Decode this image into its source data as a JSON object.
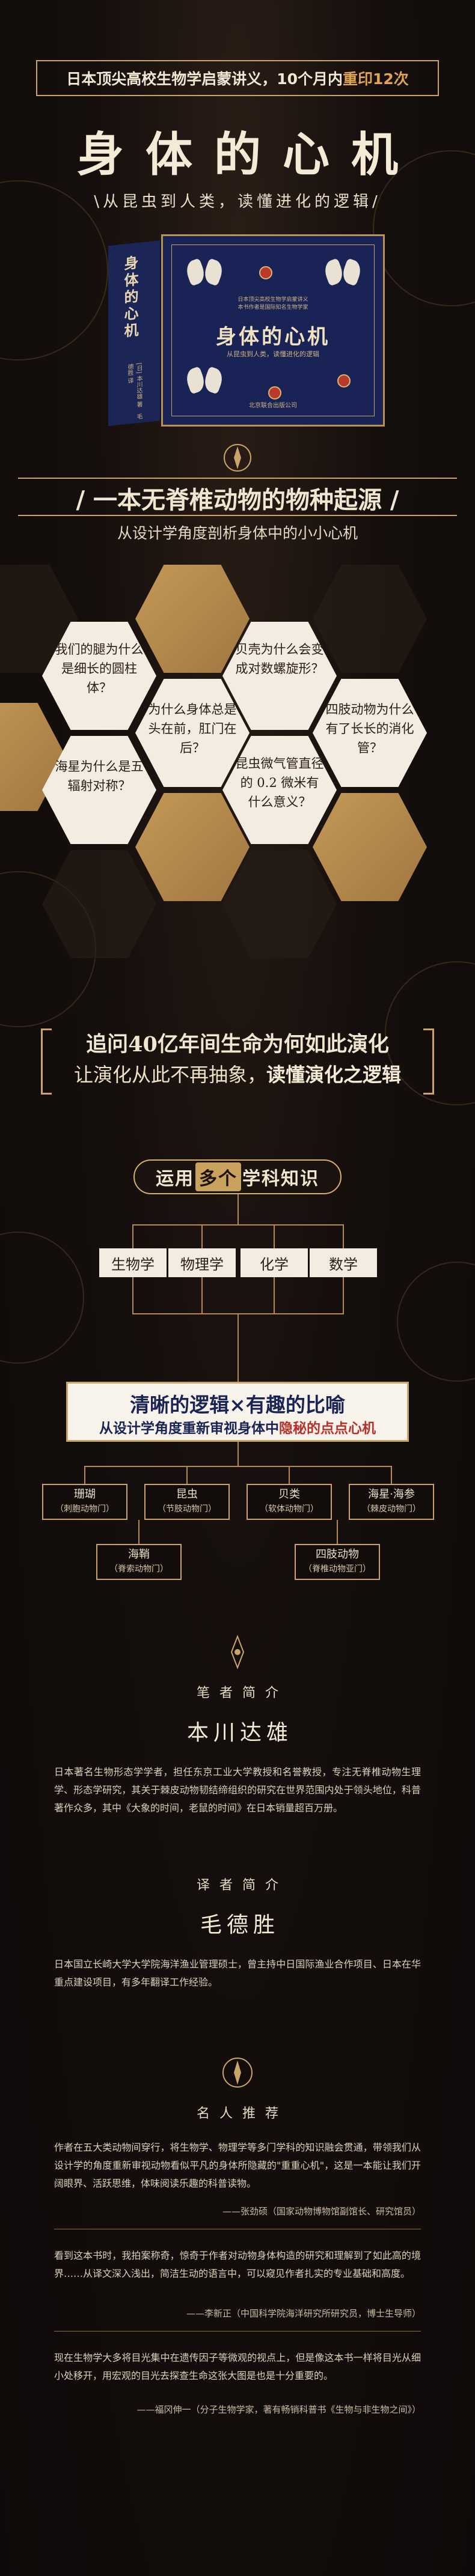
{
  "header": {
    "banner_prefix": "日本顶尖高校生物学启蒙讲义，10个月内",
    "banner_accent": "重印12次",
    "title": "身体的心机",
    "subtitle": "\\从昆虫到人类，读懂进化的逻辑/"
  },
  "book": {
    "front_title": "身体的心机",
    "front_subtitle": "从昆虫到人类，读懂进化的逻辑",
    "front_note": "日本顶尖高校生物学启蒙讲义\n本书作者是国际知名生物学家",
    "publisher": "北京联合出版公司",
    "spine_title": "身体的心机",
    "spine_author": "[日] 本川达雄 著　毛德胜 译"
  },
  "section1": {
    "title": "/ 一本无脊椎动物的物种起源 /",
    "subtitle": "从设计学角度剖析身体中的小小心机",
    "questions": [
      "我们的腿为什么是细长的圆柱体？",
      "贝壳为什么会变成对数螺旋形？",
      "为什么身体总是头在前，肛门在后？",
      "四肢动物为什么有了长长的消化管？",
      "海星为什么是五辐射对称？",
      "昆虫微气管直径的 0.2 微米有什么意义？"
    ]
  },
  "section2": {
    "line1": "追问40亿年间生命为何如此演化",
    "line2_prefix": "让演化从此不再抽象，",
    "line2_bold": "读懂演化之逻辑",
    "pill_prefix": "运用",
    "pill_highlight": "多个",
    "pill_suffix": "学科知识",
    "subjects": [
      "生物学",
      "物理学",
      "化学",
      "数学"
    ],
    "logic_line1": "清晰的逻辑×有趣的比喻",
    "logic_line2_prefix": "从设计学角度重新审视身体中",
    "logic_line2_red": "隐秘的点点心机",
    "animals": [
      {
        "name": "珊瑚",
        "group": "（刺胞动物门）"
      },
      {
        "name": "昆虫",
        "group": "（节肢动物门）"
      },
      {
        "name": "贝类",
        "group": "（软体动物门）"
      },
      {
        "name": "海星·海参",
        "group": "（棘皮动物门）"
      },
      {
        "name": "海鞘",
        "group": "（脊索动物门）"
      },
      {
        "name": "四肢动物",
        "group": "（脊椎动物亚门）"
      }
    ]
  },
  "author": {
    "label": "笔者简介",
    "name": "本川达雄",
    "bio": "日本著名生物形态学学者，担任东京工业大学教授和名誉教授，专注无脊椎动物生理学、形态学研究，其关于棘皮动物韧结缔组织的研究在世界范围内处于领头地位，科普著作众多，其中《大象的时间，老鼠的时间》在日本销量超百万册。"
  },
  "translator": {
    "label": "译者简介",
    "name": "毛德胜",
    "bio": "日本国立长崎大学大学院海洋渔业管理硕士，曾主持中日国际渔业合作项目、日本在华重点建设项目，有多年翻译工作经验。"
  },
  "endorse": {
    "label": "名人推荐",
    "q1": "作者在五大类动物间穿行，将生物学、物理学等多门学科的知识融会贯通，带领我们从设计学的角度重新审视动物看似平凡的身体所隐藏的\"重重心机\"，这是一本能让我们开阔眼界、活跃思维，体味阅读乐趣的科普读物。",
    "q1_by": "——张劲硕（国家动物博物馆副馆长、研究馆员）",
    "q2": "看到这本书时，我拍案称奇，惊奇于作者对动物身体构造的研究和理解到了如此高的境界……从译文深入浅出，简洁生动的语言中，可以窥见作者扎实的专业基础和高度。",
    "q2_by": "——李新正（中国科学院海洋研究所研究员，博士生导师）",
    "q3": "现在生物学大多将目光集中在遗传因子等微观的视点上，但是像这本书一样将目光从细小处移开，用宏观的目光去探查生命这张大图是也是十分重要的。",
    "q3_by": "——福冈伸一（分子生物学家，著有畅销科普书《生物与非生物之间》）"
  }
}
